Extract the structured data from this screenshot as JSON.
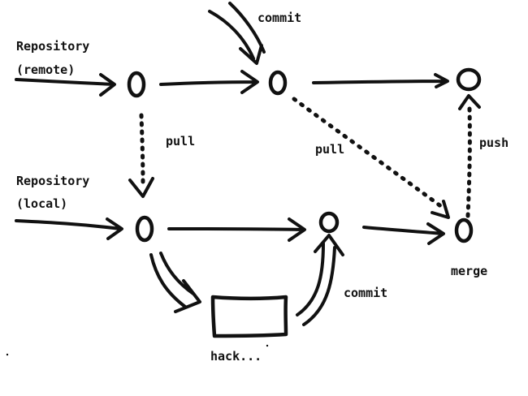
{
  "labels": {
    "repo_remote_line1": "Repository",
    "repo_remote_line2": "(remote)",
    "repo_local_line1": "Repository",
    "repo_local_line2": "(local)",
    "commit_top": "commit",
    "pull_left": "pull",
    "pull_diagonal": "pull",
    "push": "push",
    "merge": "merge",
    "commit_bottom": "commit",
    "hack": "hack..."
  },
  "colors": {
    "ink": "#111111",
    "background": "#ffffff"
  }
}
